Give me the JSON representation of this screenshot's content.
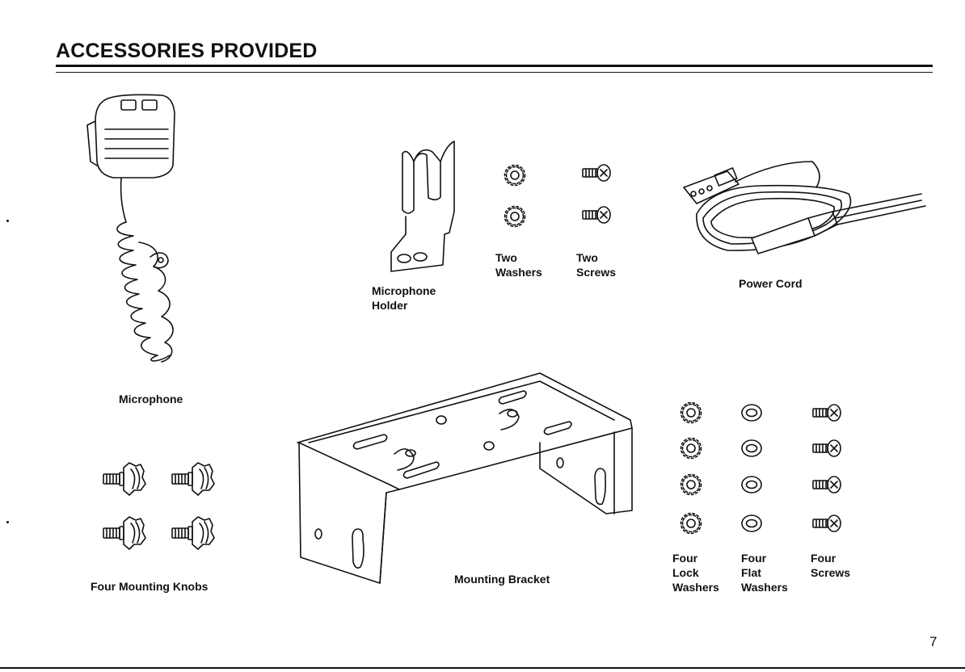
{
  "page": {
    "title": "ACCESSORIES PROVIDED",
    "page_number": "7"
  },
  "items": {
    "microphone": "Microphone",
    "microphone_holder": [
      "Microphone",
      "Holder"
    ],
    "two_washers": [
      "Two",
      "Washers"
    ],
    "two_screws": [
      "Two",
      "Screws"
    ],
    "power_cord": "Power Cord",
    "four_mounting_knobs": "Four Mounting Knobs",
    "mounting_bracket": "Mounting Bracket",
    "four_lock_washers": [
      "Four",
      "Lock",
      "Washers"
    ],
    "four_flat_washers": [
      "Four",
      "Flat",
      "Washers"
    ],
    "four_screws": [
      "Four",
      "Screws"
    ]
  }
}
